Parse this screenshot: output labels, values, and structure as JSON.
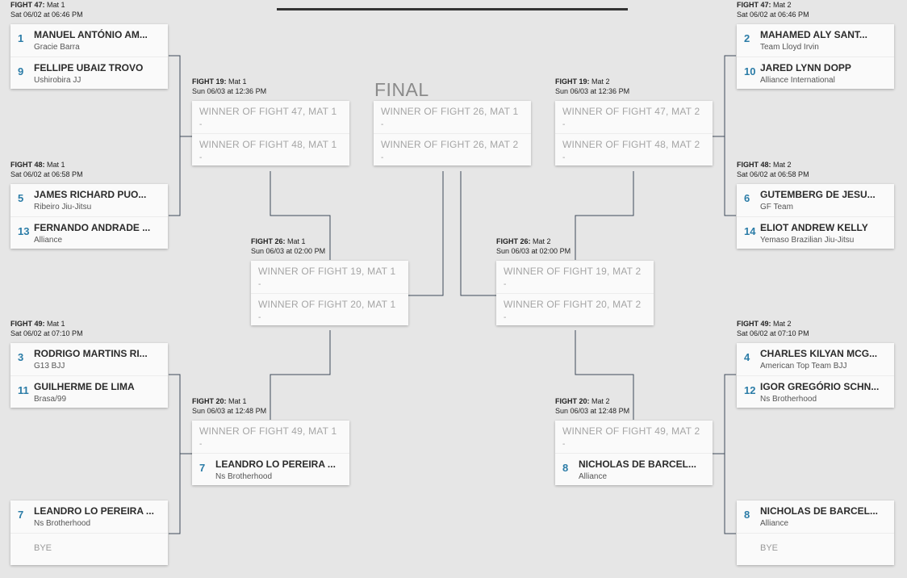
{
  "final_title": "FINAL",
  "matches": {
    "l_f47": {
      "fight": "FIGHT 47:",
      "mat": "Mat 1",
      "date": "Sat 06/02 at 06:46 PM",
      "slots": [
        {
          "seed": "1",
          "name": "MANUEL ANTÓNIO AM...",
          "team": "Gracie Barra"
        },
        {
          "seed": "9",
          "name": "FELLIPE UBAIZ TROVO",
          "team": "Ushirobira JJ"
        }
      ]
    },
    "l_f48": {
      "fight": "FIGHT 48:",
      "mat": "Mat 1",
      "date": "Sat 06/02 at 06:58 PM",
      "slots": [
        {
          "seed": "5",
          "name": "JAMES RICHARD PUO...",
          "team": "Ribeiro Jiu-Jitsu"
        },
        {
          "seed": "13",
          "name": "FERNANDO ANDRADE ...",
          "team": "Alliance"
        }
      ]
    },
    "l_f49": {
      "fight": "FIGHT 49:",
      "mat": "Mat 1",
      "date": "Sat 06/02 at 07:10 PM",
      "slots": [
        {
          "seed": "3",
          "name": "RODRIGO MARTINS RI...",
          "team": "G13 BJJ"
        },
        {
          "seed": "11",
          "name": "GUILHERME DE LIMA",
          "team": "Brasa/99"
        }
      ]
    },
    "l_bye": {
      "slots": [
        {
          "seed": "7",
          "name": "LEANDRO LO PEREIRA ...",
          "team": "Ns Brotherhood"
        },
        {
          "bye": "BYE"
        }
      ]
    },
    "l_f19": {
      "fight": "FIGHT 19:",
      "mat": "Mat 1",
      "date": "Sun 06/03 at 12:36 PM",
      "slots": [
        {
          "placeholder": "WINNER OF FIGHT 47, MAT 1",
          "dash": "-"
        },
        {
          "placeholder": "WINNER OF FIGHT 48, MAT 1",
          "dash": "-"
        }
      ]
    },
    "l_f20": {
      "fight": "FIGHT 20:",
      "mat": "Mat 1",
      "date": "Sun 06/03 at 12:48 PM",
      "slots": [
        {
          "placeholder": "WINNER OF FIGHT 49, MAT 1",
          "dash": "-"
        },
        {
          "seed": "7",
          "name": "LEANDRO LO PEREIRA ...",
          "team": "Ns Brotherhood"
        }
      ]
    },
    "l_f26": {
      "fight": "FIGHT 26:",
      "mat": "Mat 1",
      "date": "Sun 06/03 at 02:00 PM",
      "slots": [
        {
          "placeholder": "WINNER OF FIGHT 19, MAT 1",
          "dash": "-"
        },
        {
          "placeholder": "WINNER OF FIGHT 20, MAT 1",
          "dash": "-"
        }
      ]
    },
    "final": {
      "slots": [
        {
          "placeholder": "WINNER OF FIGHT 26, MAT 1",
          "dash": "-"
        },
        {
          "placeholder": "WINNER OF FIGHT 26, MAT 2",
          "dash": "-"
        }
      ]
    },
    "r_f26": {
      "fight": "FIGHT 26:",
      "mat": "Mat 2",
      "date": "Sun 06/03 at 02:00 PM",
      "slots": [
        {
          "placeholder": "WINNER OF FIGHT 19, MAT 2",
          "dash": "-"
        },
        {
          "placeholder": "WINNER OF FIGHT 20, MAT 2",
          "dash": "-"
        }
      ]
    },
    "r_f19": {
      "fight": "FIGHT 19:",
      "mat": "Mat 2",
      "date": "Sun 06/03 at 12:36 PM",
      "slots": [
        {
          "placeholder": "WINNER OF FIGHT 47, MAT 2",
          "dash": "-"
        },
        {
          "placeholder": "WINNER OF FIGHT 48, MAT 2",
          "dash": "-"
        }
      ]
    },
    "r_f20": {
      "fight": "FIGHT 20:",
      "mat": "Mat 2",
      "date": "Sun 06/03 at 12:48 PM",
      "slots": [
        {
          "placeholder": "WINNER OF FIGHT 49, MAT 2",
          "dash": "-"
        },
        {
          "seed": "8",
          "name": "NICHOLAS DE BARCEL...",
          "team": "Alliance"
        }
      ]
    },
    "r_f47": {
      "fight": "FIGHT 47:",
      "mat": "Mat 2",
      "date": "Sat 06/02 at 06:46 PM",
      "slots": [
        {
          "seed": "2",
          "name": "MAHAMED ALY SANT...",
          "team": "Team Lloyd Irvin"
        },
        {
          "seed": "10",
          "name": "JARED LYNN DOPP",
          "team": "Alliance International"
        }
      ]
    },
    "r_f48": {
      "fight": "FIGHT 48:",
      "mat": "Mat 2",
      "date": "Sat 06/02 at 06:58 PM",
      "slots": [
        {
          "seed": "6",
          "name": "GUTEMBERG DE JESU...",
          "team": "GF Team"
        },
        {
          "seed": "14",
          "name": "ELIOT ANDREW KELLY",
          "team": "Yemaso Brazilian Jiu-Jitsu"
        }
      ]
    },
    "r_f49": {
      "fight": "FIGHT 49:",
      "mat": "Mat 2",
      "date": "Sat 06/02 at 07:10 PM",
      "slots": [
        {
          "seed": "4",
          "name": "CHARLES KILYAN MCG...",
          "team": "American Top Team BJJ"
        },
        {
          "seed": "12",
          "name": "IGOR GREGÓRIO SCHN...",
          "team": "Ns Brotherhood"
        }
      ]
    },
    "r_bye": {
      "slots": [
        {
          "seed": "8",
          "name": "NICHOLAS DE BARCEL...",
          "team": "Alliance"
        },
        {
          "bye": "BYE"
        }
      ]
    }
  }
}
